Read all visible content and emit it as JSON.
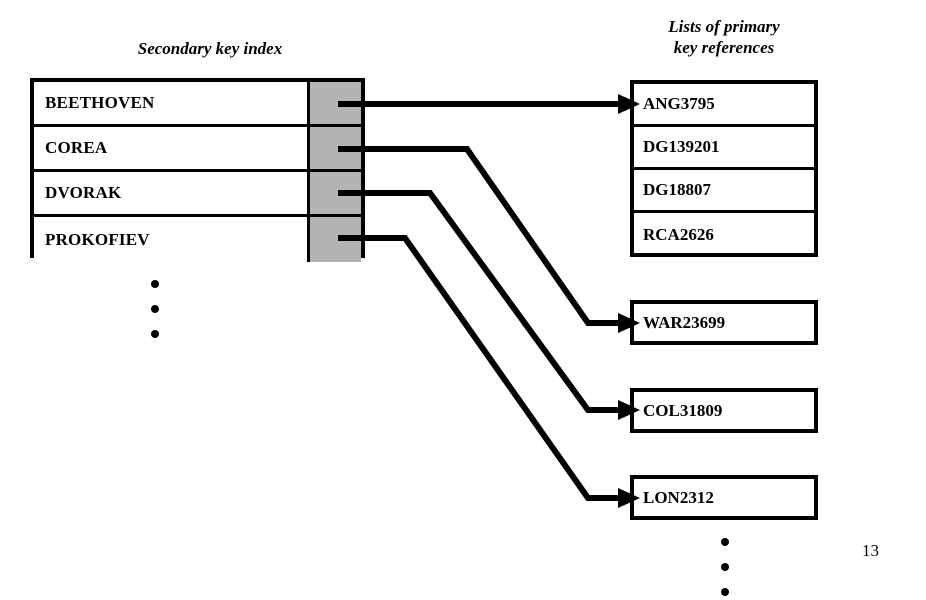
{
  "headings": {
    "secondary_index": "Secondary key index",
    "primary_lists": "Lists of primary\nkey references"
  },
  "secondary_index": {
    "rows": [
      {
        "key": "BEETHOVEN"
      },
      {
        "key": "COREA"
      },
      {
        "key": "DVORAK"
      },
      {
        "key": "PROKOFIEV"
      }
    ],
    "continuation": "vertical-ellipsis"
  },
  "primary_lists": {
    "first_list": {
      "rows": [
        {
          "ref": "ANG3795"
        },
        {
          "ref": "DG139201"
        },
        {
          "ref": "DG18807"
        },
        {
          "ref": "RCA2626"
        }
      ]
    },
    "standalone": [
      {
        "ref": "WAR23699"
      },
      {
        "ref": "COL31809"
      },
      {
        "ref": "LON2312"
      }
    ],
    "continuation": "vertical-ellipsis"
  },
  "links": [
    {
      "from": "BEETHOVEN",
      "to": "ANG3795"
    },
    {
      "from": "COREA",
      "to": "WAR23699"
    },
    {
      "from": "DVORAK",
      "to": "COL31809"
    },
    {
      "from": "PROKOFIEV",
      "to": "LON2312"
    }
  ],
  "page_number": "13",
  "colors": {
    "stroke": "#000000",
    "pointer_cell": "#b3b3b3",
    "background": "#ffffff"
  }
}
